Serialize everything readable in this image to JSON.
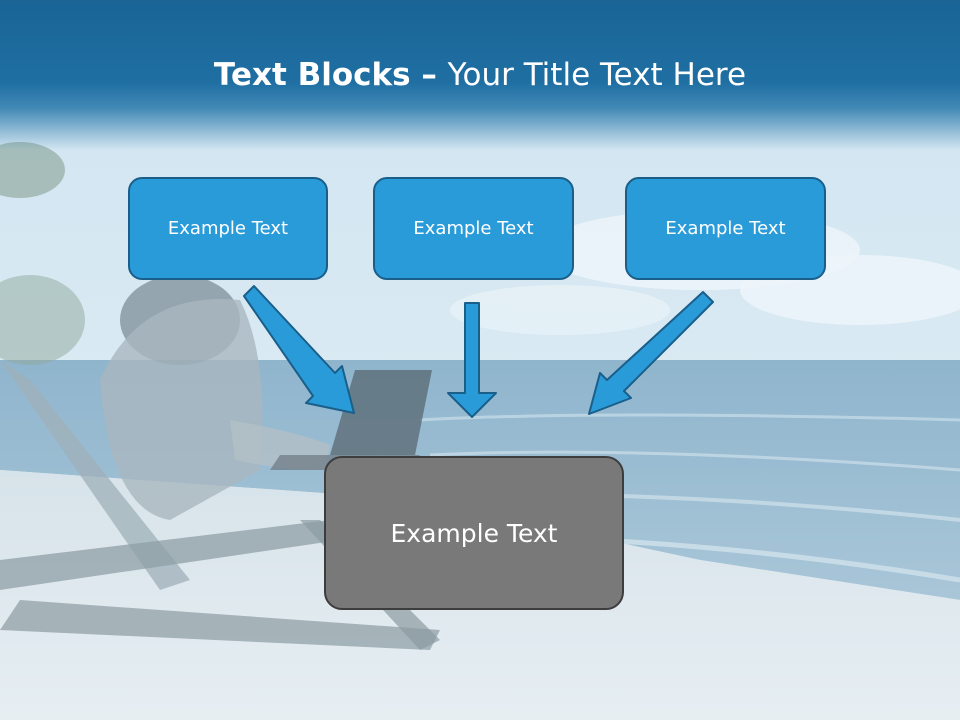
{
  "slide": {
    "title_bold": "Text Blocks",
    "title_dash": " – ",
    "title_rest": "Your Title Text Here"
  },
  "blocks": [
    {
      "label": "Example Text"
    },
    {
      "label": "Example Text"
    },
    {
      "label": "Example Text"
    }
  ],
  "target_block": {
    "label": "Example Text"
  },
  "colors": {
    "title_band": "#1a6496",
    "block_fill": "#2a9bd9",
    "block_border": "#1a5f8a",
    "target_fill": "#797979",
    "arrow_fill": "#2a9bd9"
  },
  "background_image": "beach-woman-laptop-photo"
}
